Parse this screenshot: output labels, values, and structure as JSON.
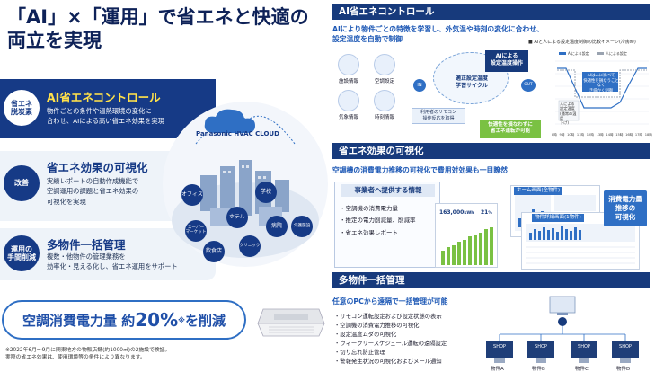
{
  "headline": {
    "line1": "「AI」×「運用」で省エネと快適の",
    "line2": "両立を実現"
  },
  "features": [
    {
      "badge": "省エネ\n脱炭素",
      "title": "AI省エネコントロール",
      "desc": [
        "物件ごとの条件や温熱環境の変化に",
        "合わせ、AIによる高い省エネ効果を実現"
      ]
    },
    {
      "badge": "改善",
      "title": "省エネ効果の可視化",
      "desc": [
        "実績レポートの自動作成機能で",
        "空調運用の課題と省エネ効果の",
        "可視化を実現"
      ]
    },
    {
      "badge": "運用の\n手間削減",
      "title": "多物件一括管理",
      "desc": [
        "複数・他物件の管理業務を",
        "効率化・見える化し、省エネ運用をサポート"
      ]
    }
  ],
  "illustration": {
    "cloud_label": "Panasonic HVAC CLOUD",
    "buildings": [
      "オフィス",
      "学校",
      "ホテル",
      "スーパー\nマーケット",
      "飲食店",
      "病院",
      "クリニック",
      "介護施設"
    ]
  },
  "energy": {
    "prefix": "空調消費電力量 約",
    "number": "20",
    "percent": "%",
    "sup": "※",
    "suffix": "を削減"
  },
  "footnote": [
    "※2022年6月～9月に関東地方の物販店舗(約1000㎡)の2施設で検証。",
    "実際の省エネ効果は、使用環境等の条件により異なります。"
  ],
  "section1": {
    "title": "AI省エネコントロール",
    "lead": [
      "AIにより物件ごとの特徴を学習し、外気温や時刻の変化に合わせ、",
      "設定温度を自動で制御"
    ],
    "chart_title": "■ AIと人による設定温度制御の比較イメージ(冷房時)",
    "icons": [
      "施設情報",
      "空調設定",
      "気象情報",
      "時刻情報"
    ],
    "in_label": "IN",
    "out_label": "OUT",
    "ai_cycle": [
      "適正設定温度",
      "学習サイクル"
    ],
    "ai_op": [
      "AIによる",
      "設定温度操作"
    ],
    "remote": [
      "利用者のリモコン",
      "操作反応を取得"
    ],
    "comfort": [
      "快適性を損なわずに",
      "省エネ運転が可能"
    ],
    "legend": [
      "AIによる設定",
      "人による設定"
    ],
    "ai_note": [
      "AIは人に比べて",
      "快適性を損なうことなく",
      "き細かく制御"
    ],
    "human_note": [
      "人による",
      "設定温度",
      "(通常の温度",
      "下げ)"
    ],
    "x_ticks": [
      "8時",
      "9時",
      "10時",
      "11時",
      "12時",
      "13時",
      "14時",
      "15時",
      "16時",
      "17時",
      "18時"
    ]
  },
  "section2": {
    "title": "省エネ効果の可視化",
    "lead": "空調機の消費電力推移の可視化で費用対効果も一目瞭然",
    "provided_title": "事業者へ提供する情報",
    "provided_items": [
      "・空調機の消費電力量",
      "・推定の電力削減量、削減率",
      "・省エネ効果レポート"
    ],
    "kpi_value": "163,000",
    "kpi_unit": "kWh",
    "kpi_pct": "21",
    "kpi_pct_unit": "%",
    "home_tag": "ホーム画面(全物件)",
    "detail_tag": "物件詳細画面(1物件)",
    "vis_tag": [
      "消費電力量",
      "推移の",
      "可視化"
    ]
  },
  "section3": {
    "title": "多物件一括管理",
    "lead": "任意のPCから遠隔で一括管理が可能",
    "items": [
      "・リモコン運転設定および設定状態の表示",
      "・空調機の消費電力推移の可視化",
      "・設定温度ムダの可視化",
      "・ウィークリースケジュール運転の遠隔設定",
      "・切り忘れ防止管理",
      "・警報発生状況の可視化およびメール通知"
    ],
    "shop_label": "SHOP",
    "properties": [
      "物件A",
      "物件B",
      "物件C",
      "物件D"
    ]
  },
  "colors": {
    "navy": "#173a7c",
    "blue": "#2f6fc4",
    "yellow": "#ffe14a",
    "green": "#7ac143"
  }
}
